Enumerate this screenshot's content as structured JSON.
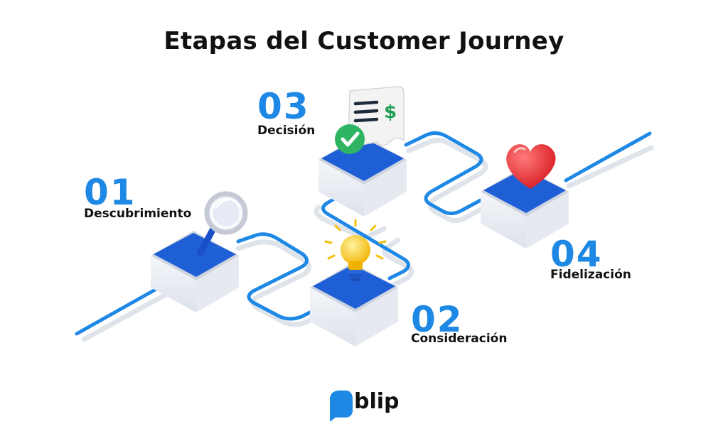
{
  "title": "Etapas del Customer Journey",
  "stages": [
    {
      "number": "01",
      "label": "Descubrimiento",
      "icon": "magnifier-icon"
    },
    {
      "number": "02",
      "label": "Consideración",
      "icon": "lightbulb-icon"
    },
    {
      "number": "03",
      "label": "Decisión",
      "icon": "invoice-check-icon"
    },
    {
      "number": "04",
      "label": "Fidelización",
      "icon": "heart-icon"
    }
  ],
  "brand": {
    "name": "blip"
  },
  "colors": {
    "accent": "#1e88e5",
    "track": "#d9dee5",
    "block_top": "#1f5fd6",
    "block_side": "#eef1f6",
    "text": "#111111"
  }
}
